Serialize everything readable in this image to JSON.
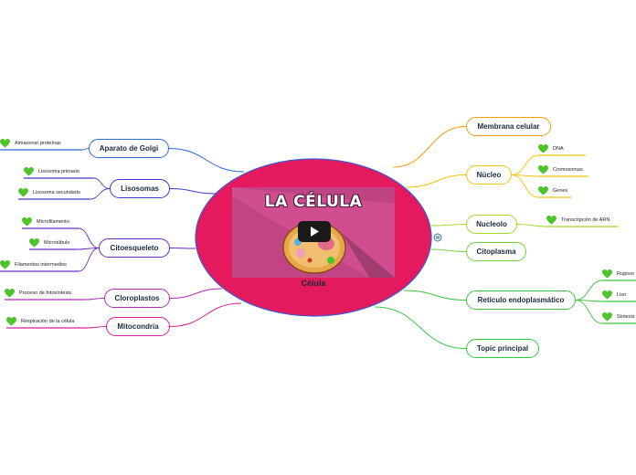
{
  "center": {
    "label": "Célula",
    "fill": "#e5195e",
    "thumbnail_title": "LA CÉLULA",
    "media_icon": "video-play-icon"
  },
  "branches": [
    {
      "id": "membrana",
      "label": "Membrana celular",
      "color": "#f39c12",
      "children": []
    },
    {
      "id": "nucleo",
      "label": "Núcleo",
      "color": "#f1c40f",
      "children": [
        {
          "label": "DNA"
        },
        {
          "label": "Cromosomas"
        },
        {
          "label": "Genes"
        }
      ]
    },
    {
      "id": "nucleolo",
      "label": "Nucleolo",
      "color": "#a4d82c",
      "children": [
        {
          "label": "Transcripción de ARN"
        }
      ]
    },
    {
      "id": "citoplasma",
      "label": "Citoplasma",
      "color": "#6ed23a",
      "children": []
    },
    {
      "id": "reticulo",
      "label": "Retículo endoplasmático",
      "color": "#3ec63a",
      "children": [
        {
          "label": "Rugoso"
        },
        {
          "label": "Liso"
        },
        {
          "label": "Síntesis"
        }
      ]
    },
    {
      "id": "topic",
      "label": "Topic principal",
      "color": "#2ecc40",
      "children": []
    },
    {
      "id": "golgi",
      "label": "Aparato de Golgi",
      "color": "#2a6cd8",
      "children": [
        {
          "label": "Almacenar proteínas"
        }
      ]
    },
    {
      "id": "lisosomas",
      "label": "Lisosomas",
      "color": "#3a3acb",
      "children": [
        {
          "label": "Lisosoma primario"
        },
        {
          "label": "Lisosoma secundario"
        }
      ]
    },
    {
      "id": "citoesqueleto",
      "label": "Citoesqueleto",
      "color": "#6a2ac8",
      "children": [
        {
          "label": "Microfilamento"
        },
        {
          "label": "Microtúbulo"
        },
        {
          "label": "Filamentos intermedios"
        }
      ]
    },
    {
      "id": "cloroplastos",
      "label": "Cloroplastos",
      "color": "#b02ab8",
      "children": [
        {
          "label": "Proceso de fotosíntesis"
        }
      ]
    },
    {
      "id": "mitocondria",
      "label": "Mitocondria",
      "color": "#d61f9a",
      "children": [
        {
          "label": "Respiración de la célula"
        }
      ]
    }
  ],
  "leaf_icon": {
    "name": "heart-icon",
    "color": "#4cc42a"
  },
  "link_icon": "wordpress-icon"
}
